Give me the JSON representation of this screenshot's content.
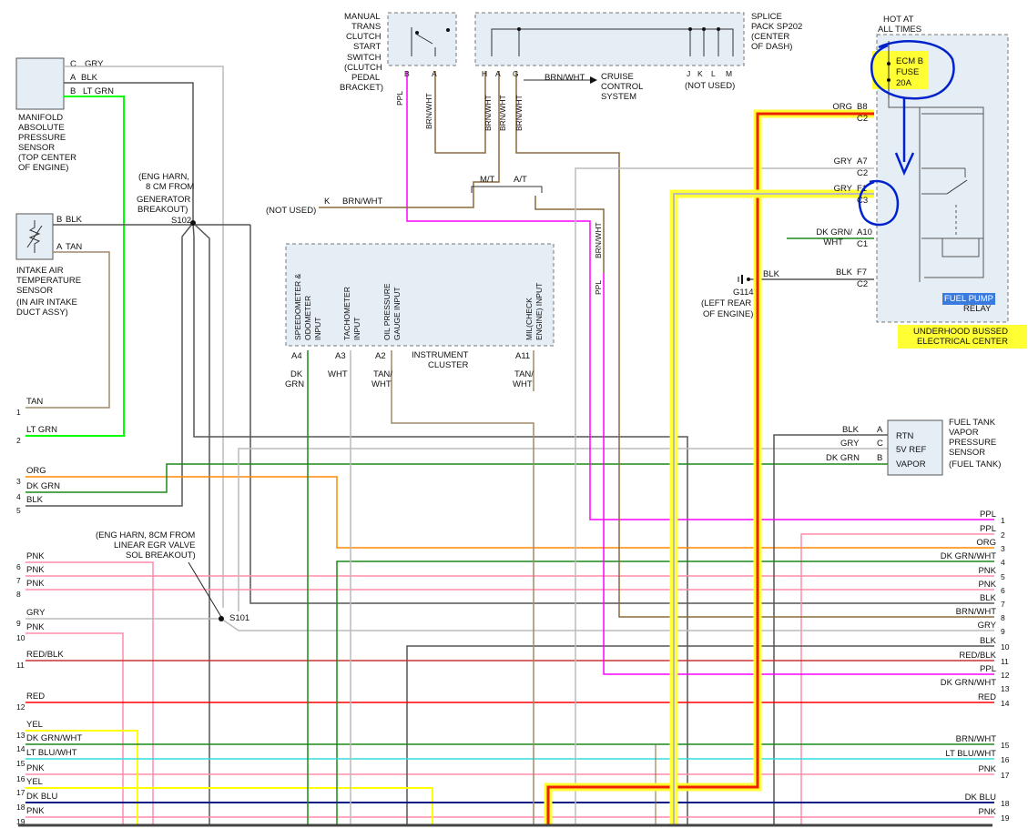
{
  "components": {
    "map_sensor": {
      "lines": [
        "MANIFOLD",
        "ABSOLUTE",
        "PRESSURE",
        "SENSOR",
        "(TOP CENTER",
        "OF ENGINE)"
      ],
      "pins": [
        {
          "pin": "C",
          "wire": "GRY"
        },
        {
          "pin": "A",
          "wire": "BLK"
        },
        {
          "pin": "B",
          "wire": "LT GRN"
        }
      ]
    },
    "iat_sensor": {
      "lines": [
        "INTAKE AIR",
        "TEMPERATURE",
        "SENSOR",
        "(IN AIR INTAKE",
        "DUCT ASSY)"
      ],
      "pins": [
        {
          "pin": "B",
          "wire": "BLK"
        },
        {
          "pin": "A",
          "wire": "TAN"
        }
      ]
    },
    "s102": {
      "lines": [
        "(ENG HARN,",
        "8 CM FROM",
        "GENERATOR",
        "BREAKOUT)"
      ],
      "label": "S102"
    },
    "s101": {
      "lines": [
        "(ENG HARN, 8CM FROM",
        "LINEAR EGR VALVE",
        "SOL BREAKOUT)"
      ],
      "label": "S101"
    },
    "clutch_switch": {
      "lines": [
        "MANUAL",
        "TRANS",
        "CLUTCH",
        "START",
        "SWITCH",
        "(CLUTCH",
        "PEDAL",
        "BRACKET)"
      ],
      "pins": [
        "B",
        "A"
      ],
      "wires": [
        "PPL",
        "BRN/WHT"
      ]
    },
    "splice_pack": {
      "lines": [
        "SPLICE",
        "PACK SP202",
        "(CENTER",
        "OF DASH)"
      ],
      "pins": [
        "H",
        "A",
        "G"
      ],
      "unused_pins": [
        "J",
        "K",
        "L",
        "M"
      ],
      "not_used": "(NOT USED)",
      "wires": [
        "BRN/WHT",
        "BRN/WHT",
        "BRN/WHT"
      ],
      "cruise_wire": "BRN/WHT",
      "cruise_lines": [
        "CRUISE",
        "CONTROL",
        "SYSTEM"
      ]
    },
    "mt_at": {
      "mt": "M/T",
      "at": "A/T"
    },
    "not_used_k": {
      "text": "(NOT USED)",
      "pin": "K",
      "wire": "BRN/WHT"
    },
    "cluster": {
      "title_lines": [
        "INSTRUMENT",
        "CLUSTER"
      ],
      "inputs": [
        {
          "lines": [
            "SPEEDOMETER &",
            "ODOMETER",
            "INPUT"
          ],
          "pin": "A4",
          "wire": [
            "DK",
            "GRN"
          ]
        },
        {
          "lines": [
            "TACHOMETER",
            "INPUT"
          ],
          "pin": "A3",
          "wire": [
            "WHT"
          ]
        },
        {
          "lines": [
            "OIL PRESSURE",
            "GAUGE INPUT"
          ],
          "pin": "A2",
          "wire": [
            "TAN/",
            "WHT"
          ]
        },
        {
          "lines": [
            "MIL(CHECK",
            "ENGINE) INPUT"
          ],
          "pin": "A11",
          "wire": [
            "TAN/",
            "WHT"
          ]
        }
      ],
      "ppl": "PPL",
      "brnwht": "BRN/WHT"
    },
    "hot_at": {
      "lines": [
        "HOT AT",
        "ALL TIMES"
      ]
    },
    "fuse": {
      "lines": [
        "ECM B",
        "FUSE",
        "20A"
      ]
    },
    "relay": {
      "label": "FUEL PUMP",
      "label2": "RELAY",
      "pins": [
        {
          "wire": "ORG",
          "pin": "B8",
          "c": "C2"
        },
        {
          "wire": "GRY",
          "pin": "A7",
          "c": "C2"
        },
        {
          "wire": "GRY",
          "pin": "F1",
          "c": "C3"
        },
        {
          "wire": "DK GRN/",
          "wire2": "WHT",
          "pin": "A10",
          "c": "C1"
        },
        {
          "wire": "BLK",
          "pin": "F7",
          "c": "C2"
        }
      ]
    },
    "ground": {
      "wire": "BLK",
      "lines": [
        "G114",
        "(LEFT REAR",
        "OF ENGINE)"
      ]
    },
    "ubec": {
      "lines": [
        "UNDERHOOD BUSSED",
        "ELECTRICAL CENTER"
      ]
    },
    "vapor_sensor": {
      "lines": [
        "FUEL TANK",
        "VAPOR",
        "PRESSURE",
        "SENSOR",
        "(FUEL TANK)"
      ],
      "inner": [
        "RTN",
        "5V REF",
        "VAPOR"
      ],
      "pins": [
        {
          "wire": "BLK",
          "pin": "A"
        },
        {
          "wire": "GRY",
          "pin": "C"
        },
        {
          "wire": "DK GRN",
          "pin": "B"
        }
      ]
    }
  },
  "left_connector": [
    {
      "n": "1",
      "label": "TAN"
    },
    {
      "n": "2",
      "label": "LT GRN"
    },
    {
      "n": "3",
      "label": "ORG"
    },
    {
      "n": "4",
      "label": "DK GRN"
    },
    {
      "n": "5",
      "label": "BLK"
    },
    {
      "n": "6",
      "label": "PNK"
    },
    {
      "n": "7",
      "label": "PNK"
    },
    {
      "n": "8",
      "label": "PNK"
    },
    {
      "n": "9",
      "label": "GRY"
    },
    {
      "n": "10",
      "label": "PNK"
    },
    {
      "n": "11",
      "label": "RED/BLK"
    },
    {
      "n": "12",
      "label": "RED"
    },
    {
      "n": "13",
      "label": "YEL"
    },
    {
      "n": "14",
      "label": "DK GRN/WHT"
    },
    {
      "n": "15",
      "label": "LT BLU/WHT"
    },
    {
      "n": "16",
      "label": "PNK"
    },
    {
      "n": "17",
      "label": "YEL"
    },
    {
      "n": "18",
      "label": "DK BLU"
    },
    {
      "n": "19",
      "label": "PNK"
    }
  ],
  "right_connector": [
    {
      "n": "1",
      "label": "PPL"
    },
    {
      "n": "2",
      "label": "PPL"
    },
    {
      "n": "3",
      "label": "ORG"
    },
    {
      "n": "4",
      "label": "DK GRN/WHT"
    },
    {
      "n": "5",
      "label": "PNK"
    },
    {
      "n": "6",
      "label": "PNK"
    },
    {
      "n": "7",
      "label": "BLK"
    },
    {
      "n": "8",
      "label": "BRN/WHT"
    },
    {
      "n": "9",
      "label": "GRY"
    },
    {
      "n": "10",
      "label": "BLK"
    },
    {
      "n": "11",
      "label": "RED/BLK"
    },
    {
      "n": "12",
      "label": "PPL"
    },
    {
      "n": "13",
      "label": "DK GRN/WHT"
    },
    {
      "n": "14",
      "label": "RED"
    },
    {
      "n": "15",
      "label": "BRN/WHT"
    },
    {
      "n": "16",
      "label": "LT BLU/WHT"
    },
    {
      "n": "17",
      "label": "PNK"
    },
    {
      "n": "18",
      "label": "DK BLU"
    },
    {
      "n": "19",
      "label": "PNK"
    }
  ],
  "colors": {
    "blk": "#555555",
    "gry": "#bbbbbb",
    "ltgrn": "#00ff00",
    "dkgrn": "#1a8a1a",
    "tan": "#a08a6a",
    "org": "#ff8800",
    "pnk": "#ff8ca8",
    "red": "#ff0000",
    "redblk": "#cc3333",
    "yel": "#ffff00",
    "ppl": "#ff00ff",
    "ltblu": "#33dddd",
    "dkblu": "#0a1a88",
    "brnwht": "#8a6a3a",
    "highlight": "#ffff33",
    "highlight_red": "#ee2200",
    "marker_blue": "#0022cc"
  }
}
